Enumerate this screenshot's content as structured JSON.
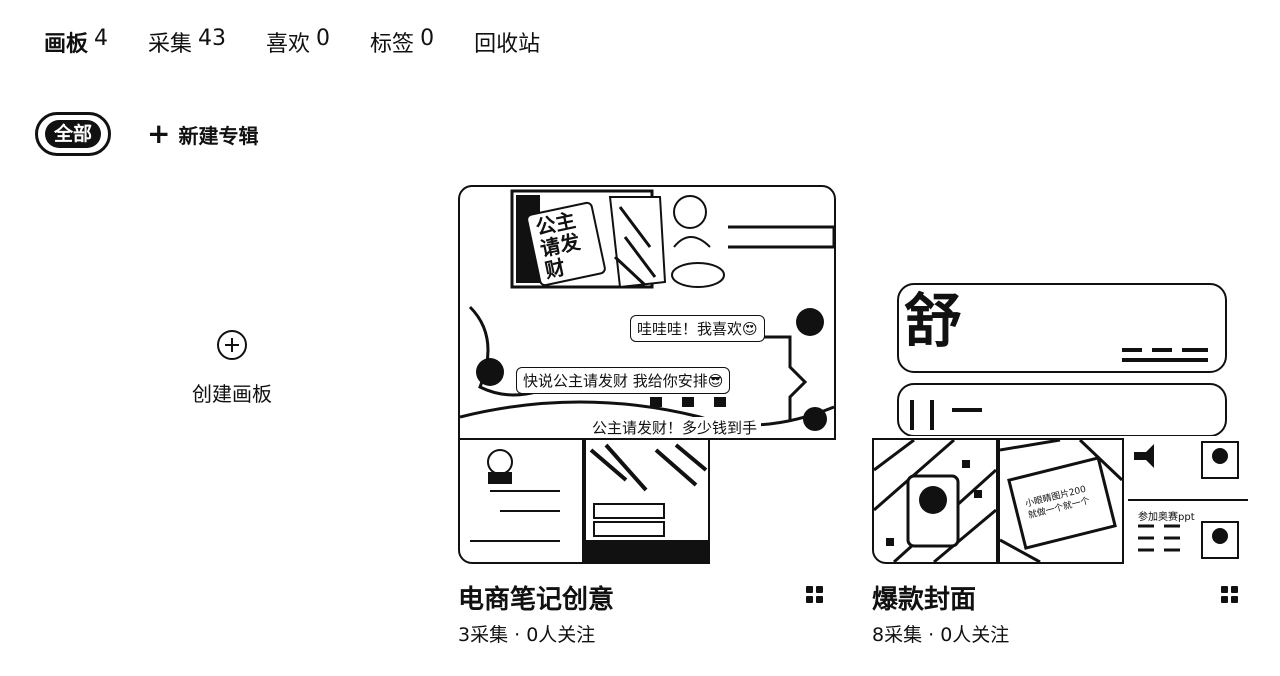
{
  "tabs": [
    {
      "label": "画板",
      "count": "4"
    },
    {
      "label": "采集",
      "count": "43"
    },
    {
      "label": "喜欢",
      "count": "0"
    },
    {
      "label": "标签",
      "count": "0"
    },
    {
      "label": "回收站",
      "count": ""
    }
  ],
  "filters": {
    "all_label": "全部",
    "new_album_label": "新建专辑"
  },
  "create_board": {
    "label": "创建画板"
  },
  "boards": [
    {
      "title": "电商笔记创意",
      "meta": "3采集 · 0人关注",
      "cover_texts": {
        "sign": "公主请发财",
        "bubble1": "哇哇哇！我喜欢😍",
        "bubble2": "快说公主请发财 我给你安排😎",
        "caption": "公主请发财！多少钱到手"
      }
    },
    {
      "title": "爆款封面",
      "meta": "8采集 · 0人关注",
      "cover_texts": {
        "big_char": "舒",
        "card_text": "小眼睛图片200 就做一个就一个",
        "ppt_text": "参加奥赛ppt"
      }
    }
  ]
}
